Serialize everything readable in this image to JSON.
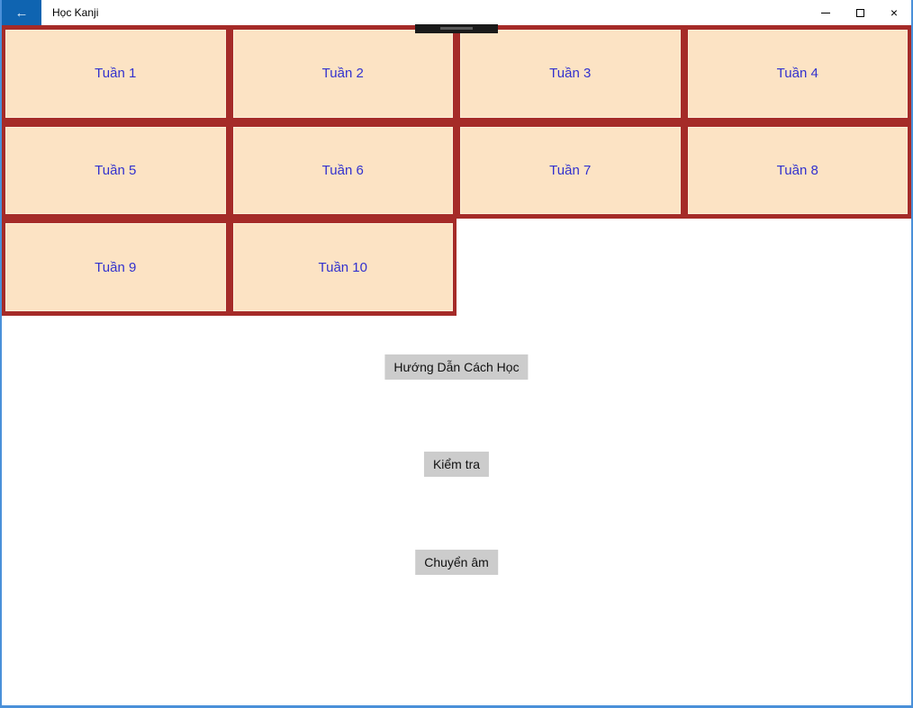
{
  "window": {
    "title": "Học Kanji",
    "icons": {
      "back": "←",
      "minimize": "minimize-line",
      "maximize": "maximize-square",
      "close": "×"
    }
  },
  "colors": {
    "accent_window_border": "#4A90D9",
    "back_button_blue": "#0F64B1",
    "tile_border_red": "#A52B28",
    "tile_fill_peach": "#FCE3C4",
    "tile_text_blue": "#3231CE",
    "action_button_gray": "#CCCCCC",
    "handle_dark": "#1A1A1A"
  },
  "weeks": [
    {
      "label": "Tuần 1"
    },
    {
      "label": "Tuần 2"
    },
    {
      "label": "Tuần 3"
    },
    {
      "label": "Tuần 4"
    },
    {
      "label": "Tuần 5"
    },
    {
      "label": "Tuần 6"
    },
    {
      "label": "Tuần 7"
    },
    {
      "label": "Tuần 8"
    },
    {
      "label": "Tuần 9"
    },
    {
      "label": "Tuần 10"
    }
  ],
  "actions": {
    "guide": "Hướng Dẫn Cách Học",
    "test": "Kiểm tra",
    "convert": "Chuyển âm"
  }
}
